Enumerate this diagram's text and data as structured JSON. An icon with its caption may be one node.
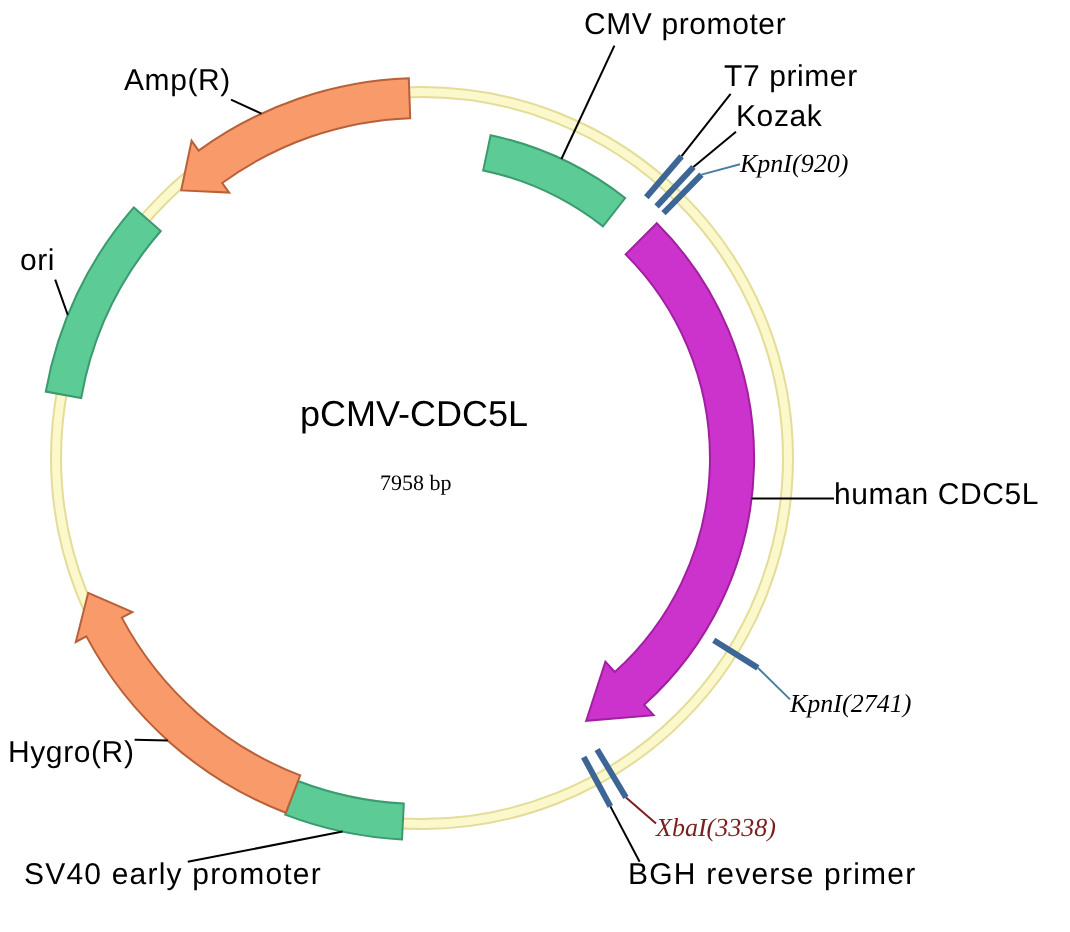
{
  "diagram": {
    "nodes": [
      {
        "text": [
          "CMV promoter"
        ]
      },
      {
        "text": [],
        "shape": "box"
      },
      {
        "text": [
          "T7 primer"
        ]
      },
      {
        "text": [],
        "shape": "bar"
      },
      {
        "text": [
          "Kozak"
        ]
      },
      {
        "text": [],
        "shape": "bar"
      },
      {
        "text": [
          "KpnI(920)"
        ]
      },
      {
        "text": [],
        "shape": "bar"
      },
      {
        "text": [
          "human CDC5L"
        ]
      },
      {
        "text": [],
        "shape": "arrow"
      },
      {
        "text": [
          "KpnI(2741)"
        ]
      },
      {
        "text": [],
        "shape": "bar"
      },
      {
        "text": [
          "XbaI(3338)"
        ]
      },
      {
        "text": [],
        "shape": "bar"
      },
      {
        "text": [
          "BGH reverse primer"
        ]
      },
      {
        "text": [],
        "shape": "bar"
      },
      {
        "text": [
          "SV40 early promoter"
        ]
      },
      {
        "text": [],
        "shape": "box"
      },
      {
        "text": [
          "Hygro(R)"
        ]
      },
      {
        "text": [],
        "shape": "arrow"
      },
      {
        "text": [
          "ori"
        ]
      },
      {
        "text": [],
        "shape": "box"
      },
      {
        "text": [
          "Amp(R)"
        ]
      },
      {
        "text": [],
        "shape": "arrow"
      }
    ],
    "edges": [
      {
        "from": 0,
        "to": 1,
        "arrow": "none"
      },
      {
        "from": 2,
        "to": 3,
        "arrow": "none"
      },
      {
        "from": 4,
        "to": 5,
        "arrow": "none"
      },
      {
        "from": 6,
        "to": 7,
        "arrow": "none",
        "color": "#4a7f9f"
      },
      {
        "from": 8,
        "to": 9,
        "arrow": "none"
      },
      {
        "from": 10,
        "to": 11,
        "arrow": "none",
        "color": "#4a7f9f"
      },
      {
        "from": 12,
        "to": 13,
        "arrow": "none",
        "color": "#7a2020"
      },
      {
        "from": 14,
        "to": 15,
        "arrow": "none"
      },
      {
        "from": 16,
        "to": 17,
        "arrow": "none"
      },
      {
        "from": 18,
        "to": 19,
        "arrow": "none"
      },
      {
        "from": 20,
        "to": 21,
        "arrow": "none"
      },
      {
        "from": 22,
        "to": 23,
        "arrow": "none"
      }
    ],
    "labels": [
      "pCMV-CDC5L",
      "7958 bp"
    ]
  }
}
